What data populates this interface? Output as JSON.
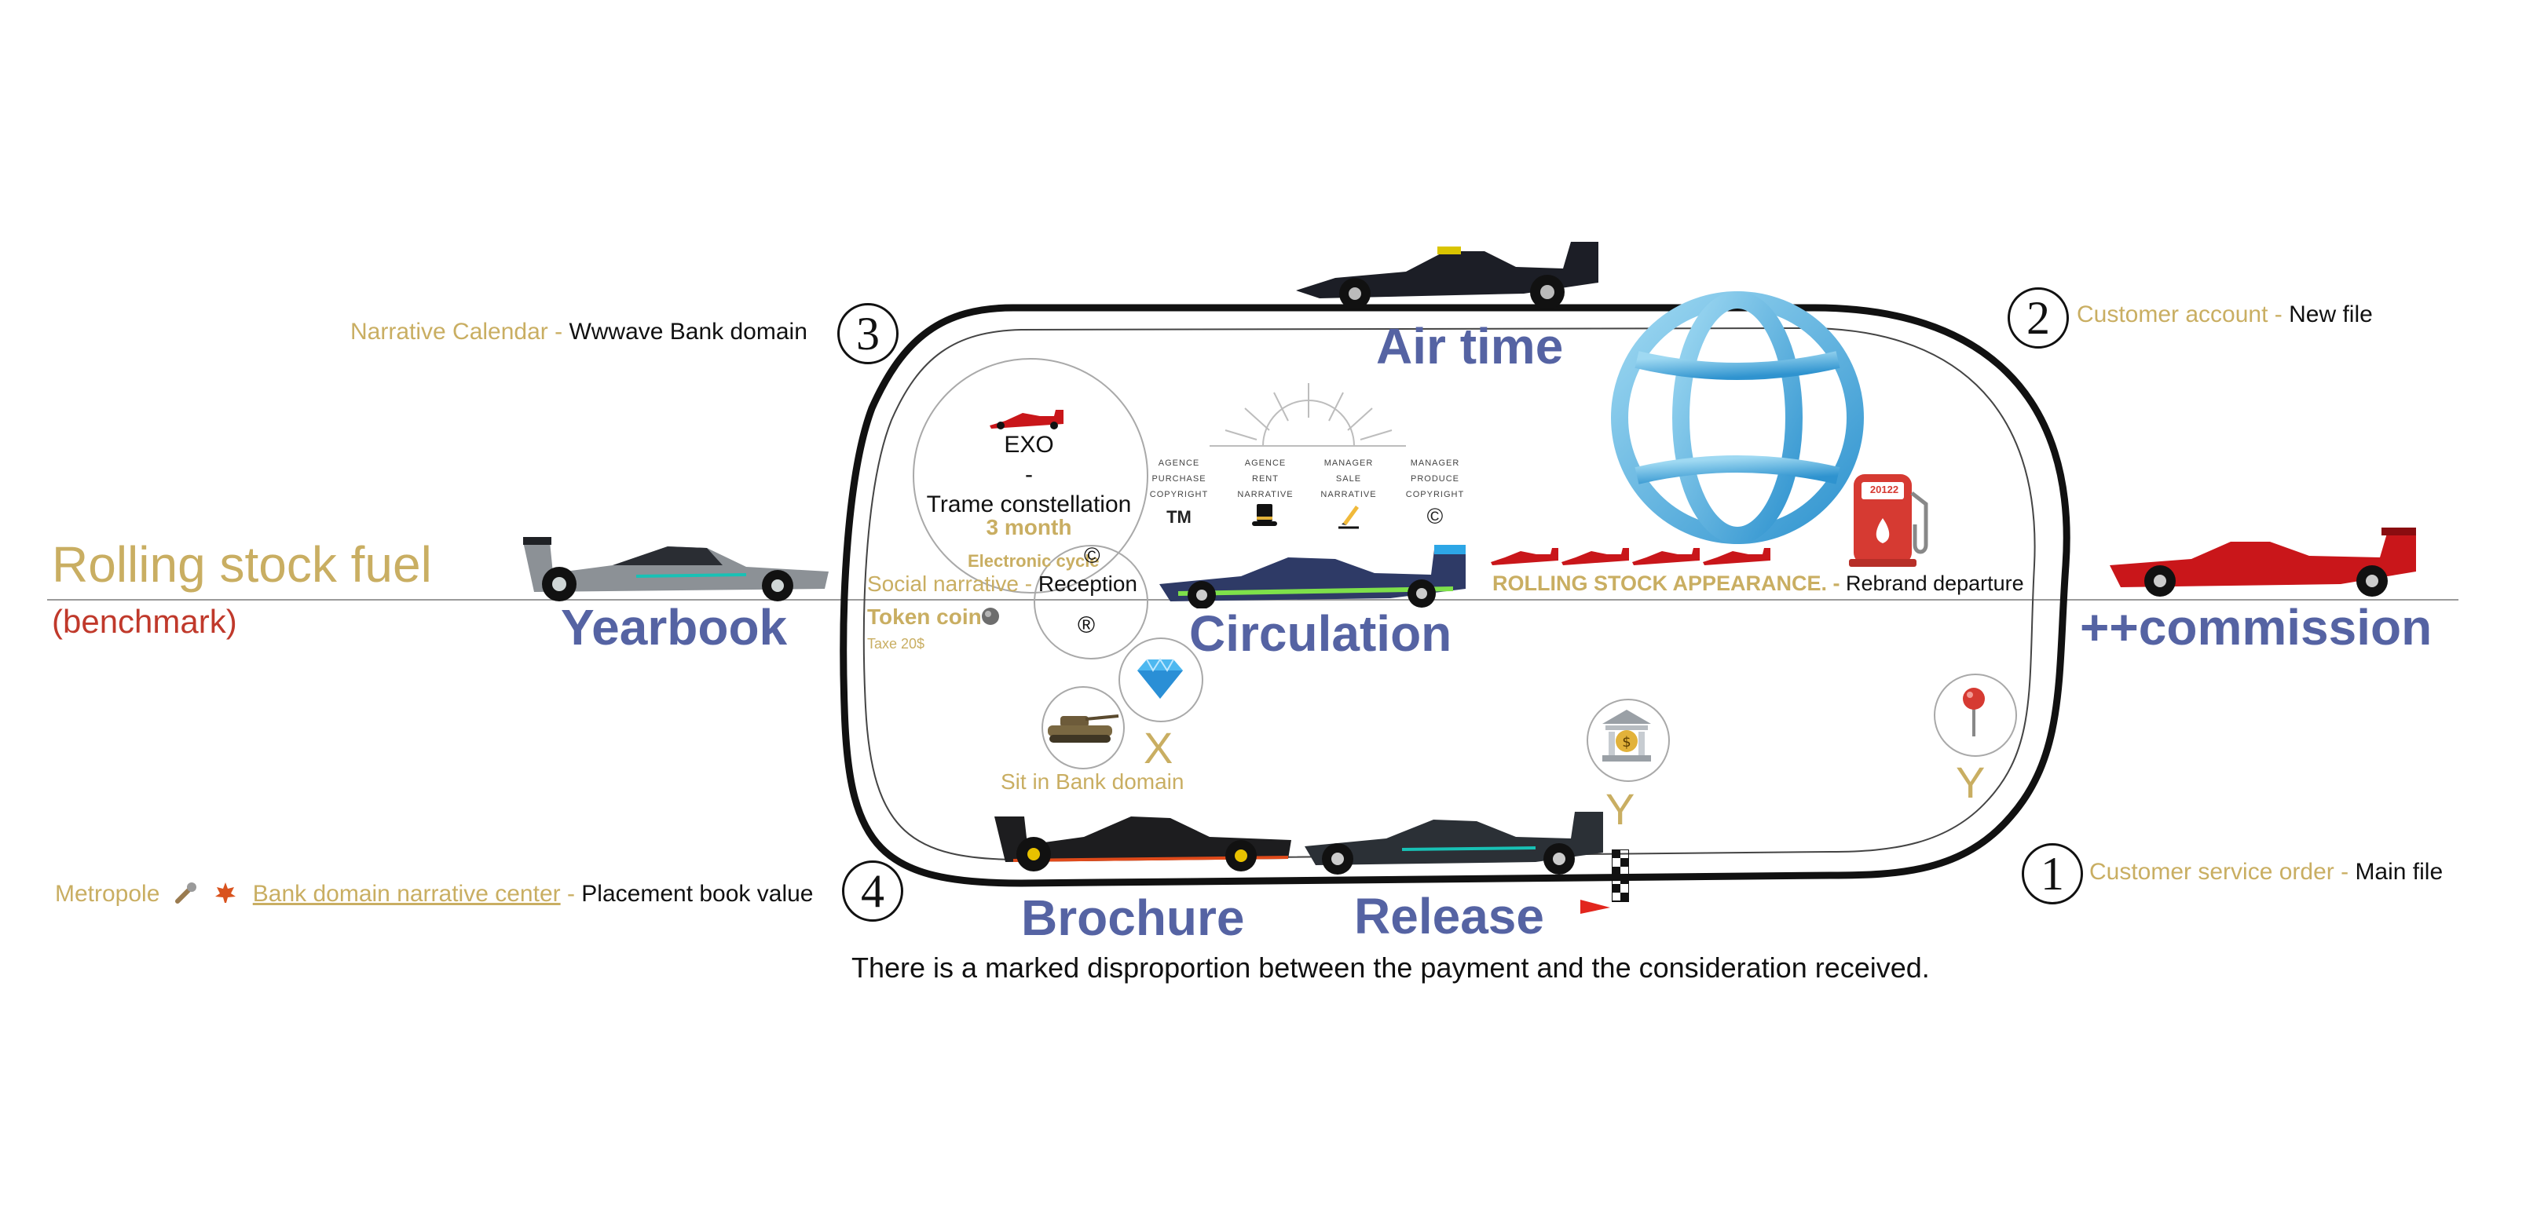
{
  "colors": {
    "gold": "#c9ae62",
    "blue": "#5563a3",
    "red": "#c0392b",
    "track": "#111111"
  },
  "left": {
    "title": "Rolling stock fuel",
    "subtitle": "(benchmark)"
  },
  "stations": {
    "s3": {
      "number": "3",
      "label": "Narrative Calendar - ",
      "value": "Wwwave Bank domain"
    },
    "s2": {
      "number": "2",
      "label": "Customer account - ",
      "value": "New file"
    },
    "s1": {
      "number": "1",
      "label": "Customer service order - ",
      "value": "Main file"
    },
    "s4": {
      "number": "4",
      "label_a": "Metropole ",
      "label_b": "Bank domain narrative center",
      "label_c": " - ",
      "value": "Placement book value"
    }
  },
  "big_labels": {
    "air_time": "Air time",
    "yearbook": "Yearbook",
    "circulation": "Circulation",
    "commission": "++commission",
    "brochure": "Brochure",
    "release": "Release"
  },
  "exo": {
    "line1": "EXO",
    "line2": "-",
    "line3": "Trame constellation",
    "duration": "3 month",
    "cycle": "Electronic cycle"
  },
  "social": {
    "label": "Social narrative - ",
    "value": "Reception"
  },
  "token": {
    "label": "Token coin",
    "tax": "Taxe 20$"
  },
  "registered_symbol": "®",
  "copyright_symbol": "©",
  "rolling_appearance": {
    "label": "ROLLING STOCK APPEARANCE. - ",
    "value": "Rebrand departure"
  },
  "rights": [
    {
      "lines": [
        "AGENCE",
        "PURCHASE",
        "COPYRIGHT"
      ],
      "symbol": "TM"
    },
    {
      "lines": [
        "AGENCE",
        "RENT",
        "NARRATIVE"
      ],
      "symbol": ""
    },
    {
      "lines": [
        "MANAGER",
        "SALE",
        "NARRATIVE"
      ],
      "symbol": ""
    },
    {
      "lines": [
        "MANAGER",
        "PRODUCE",
        "COPYRIGHT"
      ],
      "symbol": "©"
    }
  ],
  "markers": {
    "x": "X",
    "y1": "Y",
    "y2": "Y"
  },
  "sit": "Sit in Bank domain",
  "pump_label": "20122",
  "footer": "There is a marked disproportion between the payment and the consideration received."
}
